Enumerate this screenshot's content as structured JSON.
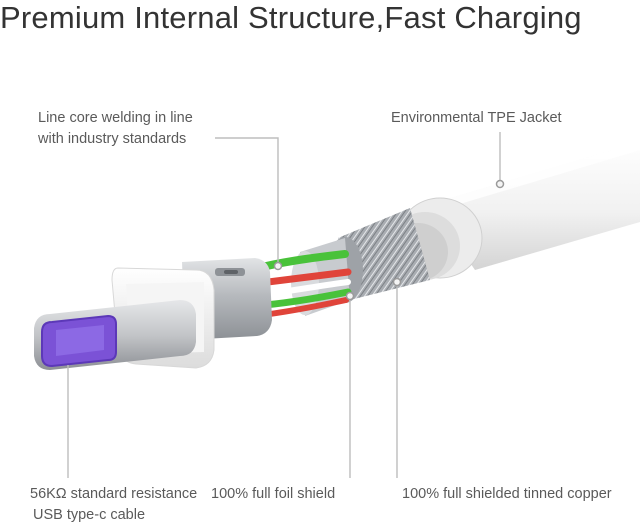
{
  "title": "Premium Internal Structure,Fast Charging",
  "callouts": {
    "core_welding": [
      "Line core welding in line",
      "with industry standards"
    ],
    "jacket": "Environmental TPE Jacket",
    "resistance": [
      "56KΩ standard resistance",
      "USB type-c cable"
    ],
    "foil_shield": "100% full foil shield",
    "copper_shield": "100% full shielded tinned copper"
  },
  "colors": {
    "connector_insert": "#7b52d6",
    "cable_white": "#f2f2f2",
    "metal_shell": "#b9bcc0",
    "wire_green": "#49c23a",
    "wire_red": "#e0443a",
    "leader_line": "#bdbdbd"
  }
}
